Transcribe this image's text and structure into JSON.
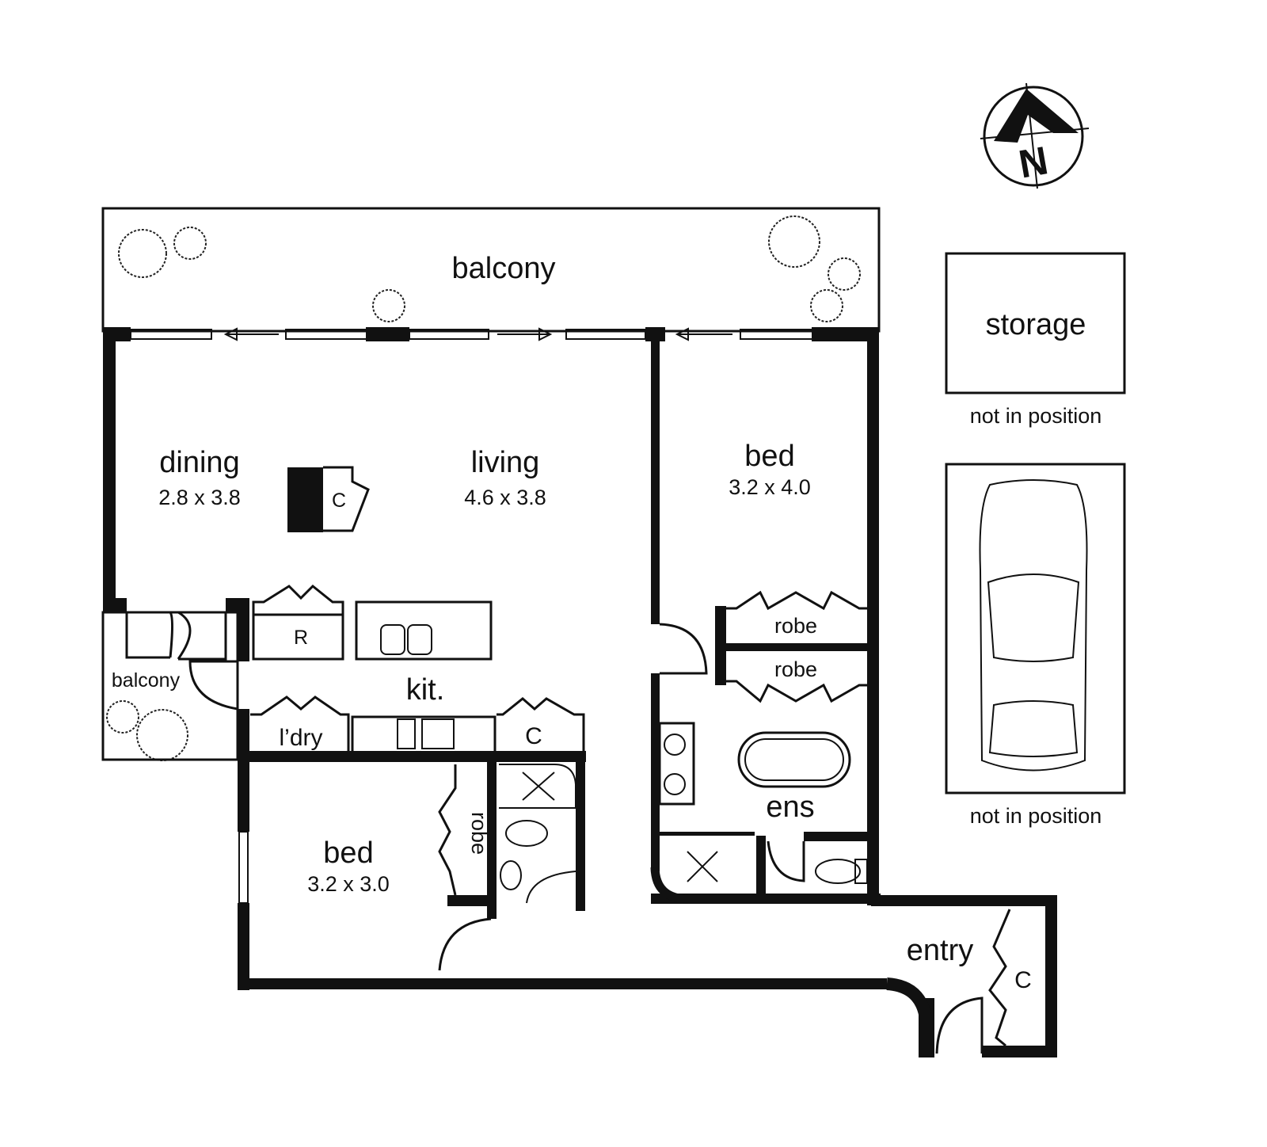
{
  "rooms": {
    "balcony_main": "balcony",
    "dining": {
      "name": "dining",
      "dims": "2.8 x 3.8"
    },
    "living": {
      "name": "living",
      "dims": "4.6 x 3.8"
    },
    "bed_main": {
      "name": "bed",
      "dims": "3.2 x 4.0"
    },
    "robe_1": "robe",
    "robe_2": "robe",
    "ens": "ens",
    "kitchen": "kit.",
    "fridge": "R",
    "laundry": "l’dry",
    "cupboard_kitchen": "C",
    "cupboard_fireplace": "C",
    "balcony_small": "balcony",
    "bed_second": {
      "name": "bed",
      "dims": "3.2 x 3.0"
    },
    "robe_second": "robe",
    "entry": "entry",
    "cupboard_entry": "C"
  },
  "storage": {
    "label": "storage",
    "note": "not in position"
  },
  "parking": {
    "note": "not in position"
  },
  "compass": {
    "label": "N",
    "icon": "north-arrow-icon"
  },
  "colors": {
    "ink": "#111111",
    "background": "#ffffff"
  }
}
